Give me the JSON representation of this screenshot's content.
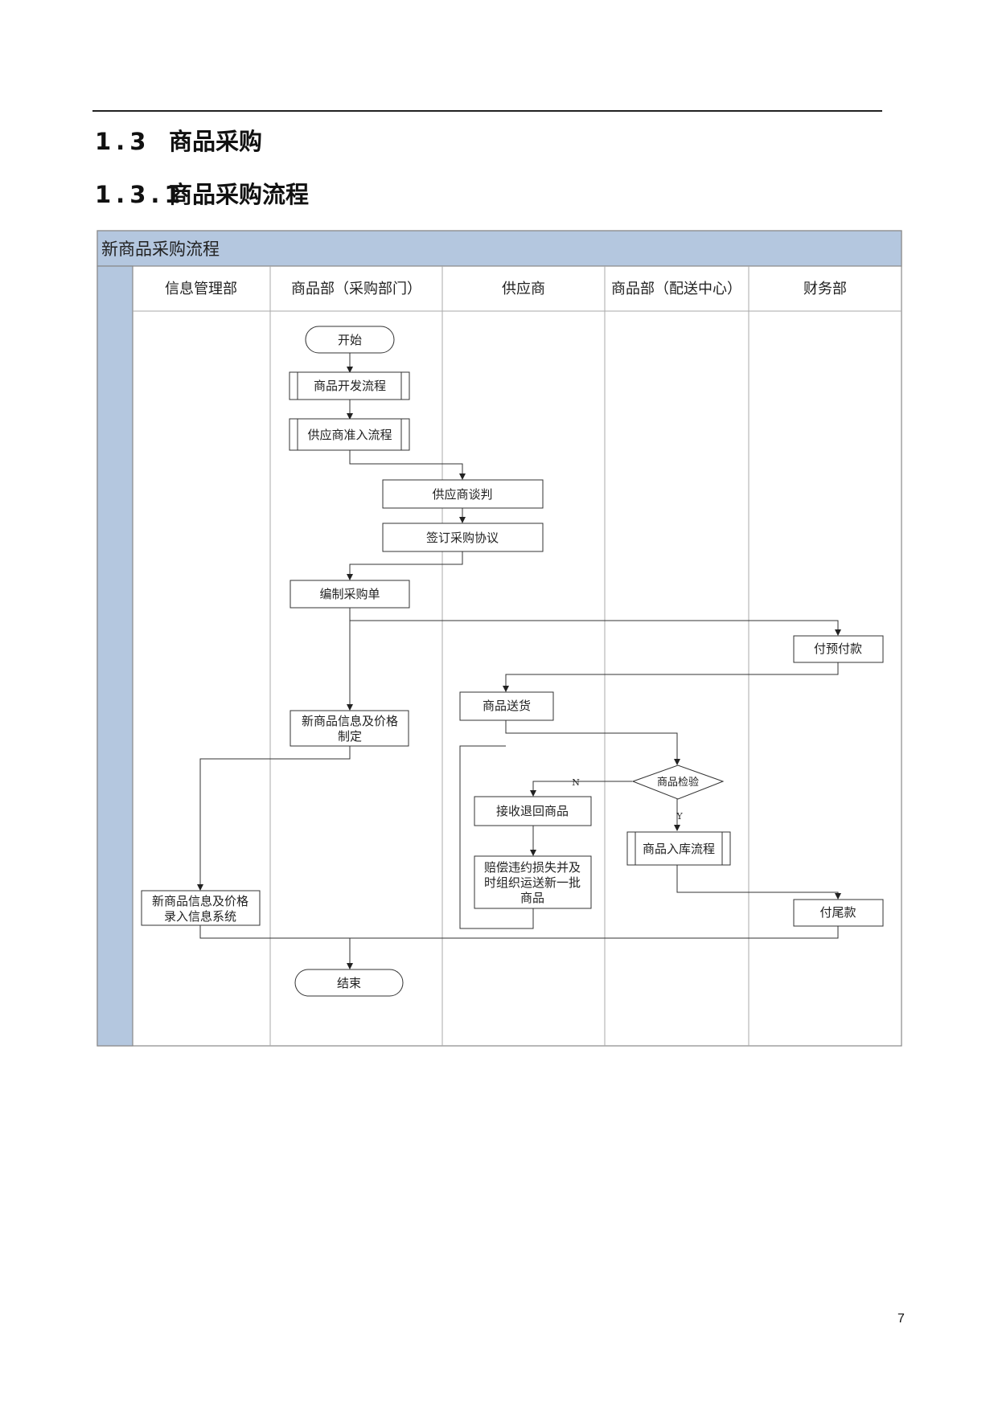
{
  "section": {
    "number": "1.3",
    "title": "商品采购"
  },
  "subsection": {
    "number": "1.3.1",
    "title": "商品采购流程"
  },
  "diagram": {
    "title": "新商品采购流程",
    "lanes": [
      "信息管理部",
      "商品部（采购部门）",
      "供应商",
      "商品部（配送中心）",
      "财务部"
    ],
    "nodes": {
      "start": "开始",
      "product_dev": "商品开发流程",
      "supplier_access": "供应商准入流程",
      "supplier_negotiation": "供应商谈判",
      "sign_agreement": "签订采购协议",
      "make_po": "编制采购单",
      "prepayment": "付预付款",
      "delivery": "商品送货",
      "pricing_line1": "新商品信息及价格",
      "pricing_line2": "制定",
      "inspection": "商品检验",
      "no_label": "N",
      "yes_label": "Y",
      "receive_returns": "接收退回商品",
      "compensate_line1": "赔偿违约损失并及",
      "compensate_line2": "时组织运送新一批",
      "compensate_line3": "商品",
      "warehousing": "商品入库流程",
      "entry_line1": "新商品信息及价格",
      "entry_line2": "录入信息系统",
      "final_payment": "付尾款",
      "end": "结束"
    }
  },
  "page_number": "7"
}
